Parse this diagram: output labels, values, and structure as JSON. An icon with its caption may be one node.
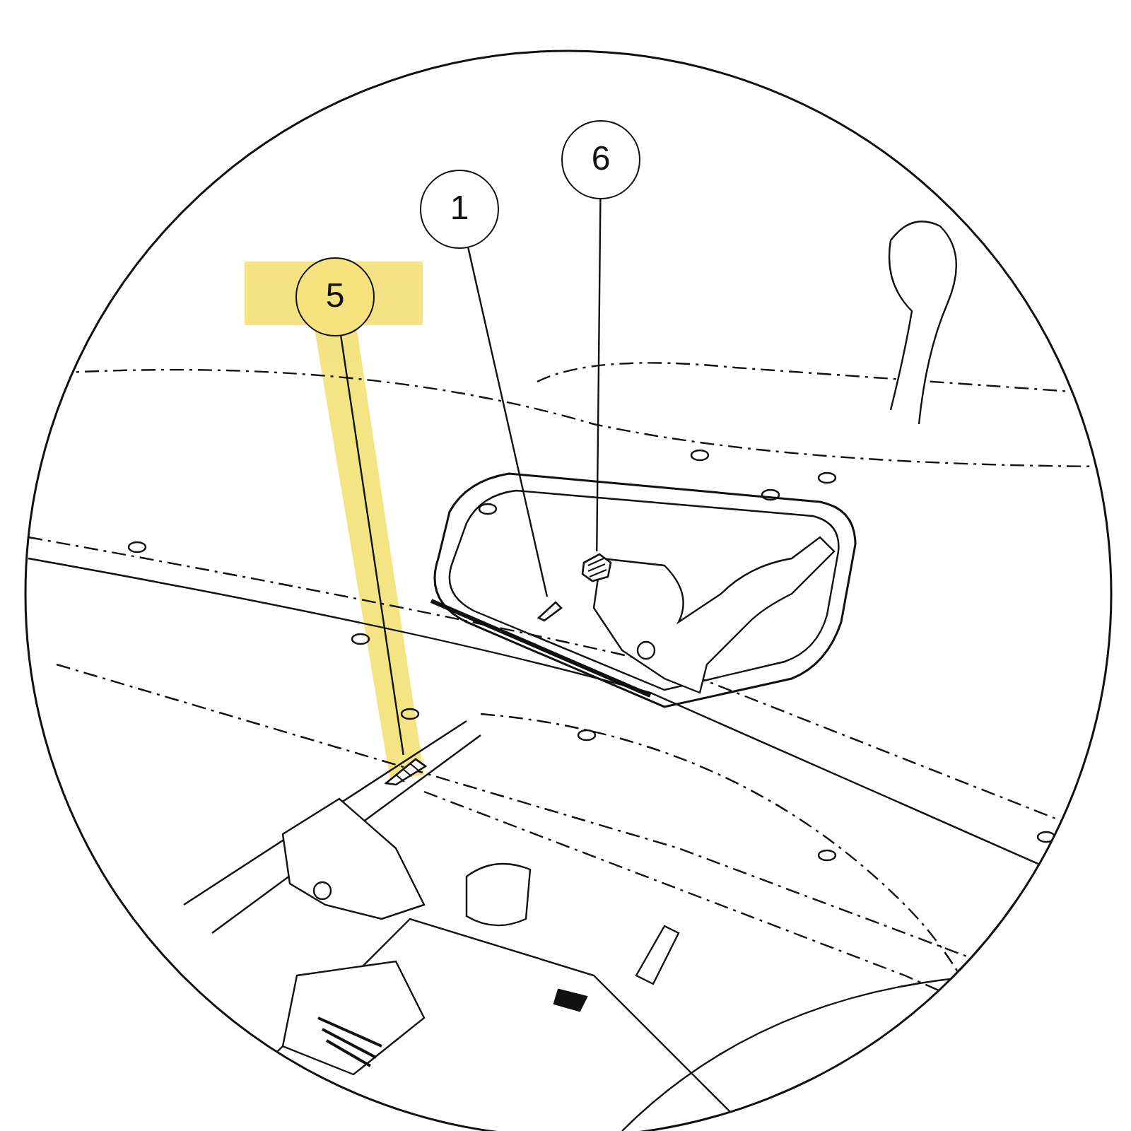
{
  "diagram": {
    "nodes": [
      {
        "text": [
          "6"
        ]
      },
      {
        "text": [
          "1"
        ]
      },
      {
        "text": [
          "5"
        ]
      },
      {
        "text": [],
        "shape": "picture"
      },
      {
        "text": [],
        "shape": "picture"
      },
      {
        "text": [],
        "shape": "picture"
      }
    ],
    "edges": [
      {
        "from": 0,
        "to": 3,
        "arrow": "none"
      },
      {
        "from": 1,
        "to": 4,
        "arrow": "none"
      },
      {
        "from": 2,
        "to": 5,
        "arrow": "none"
      }
    ]
  }
}
